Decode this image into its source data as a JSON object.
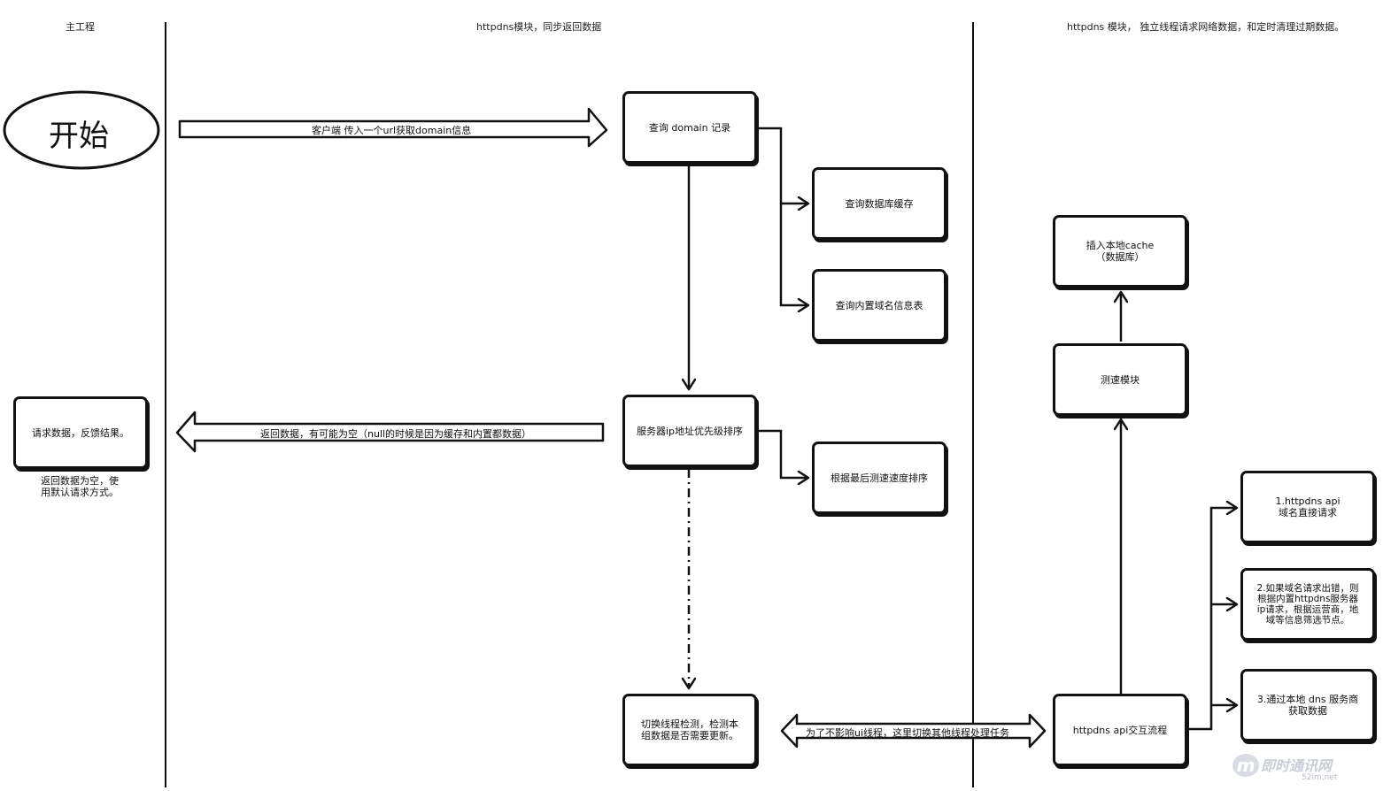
{
  "lanes": [
    {
      "title": "主工程"
    },
    {
      "title": "httpdns模块，同步返回数据"
    },
    {
      "title": "httpdns 模块， 独立线程请求网络数据，和定时清理过期数据。"
    }
  ],
  "nodes": {
    "start": "开始",
    "query_domain": "查询 domain 记录",
    "query_db_cache": "查询数据库缓存",
    "query_builtin": "查询内置域名信息表",
    "server_ip_sort": "服务器ip地址优先级排序",
    "sort_by_speed": "根据最后测速速度排序",
    "switch_thread": "切换线程检测，检测本\n组数据是否需要更新。",
    "request_data": "请求数据，反馈结果。",
    "insert_cache": "插入本地cache\n（数据库）",
    "speed_test": "测速模块",
    "httpdns_api_flow": "httpdns api交互流程",
    "api_direct": "1.httpdns api\n域名直接请求",
    "builtin_ip_request": "2.如果域名请求出错，则\n根据内置httpdns服务器\nip请求，根据运营商，地\n域等信息筛选节点。",
    "local_dns": "3.通过本地 dns 服务商\n获取数据"
  },
  "edge_labels": {
    "client_url": "客户端 传入一个url获取domain信息",
    "return_data": "返回数据，有可能为空（null的时候是因为缓存和内置都数据）",
    "switch_other_thread": "为了不影响ui线程，这里切换其他线程处理任务"
  },
  "notes": {
    "empty_fallback": "返回数据为空，使\n用默认请求方式。"
  },
  "watermark": {
    "badge": "m",
    "text": "即时通讯网",
    "sub": "52im.net"
  }
}
